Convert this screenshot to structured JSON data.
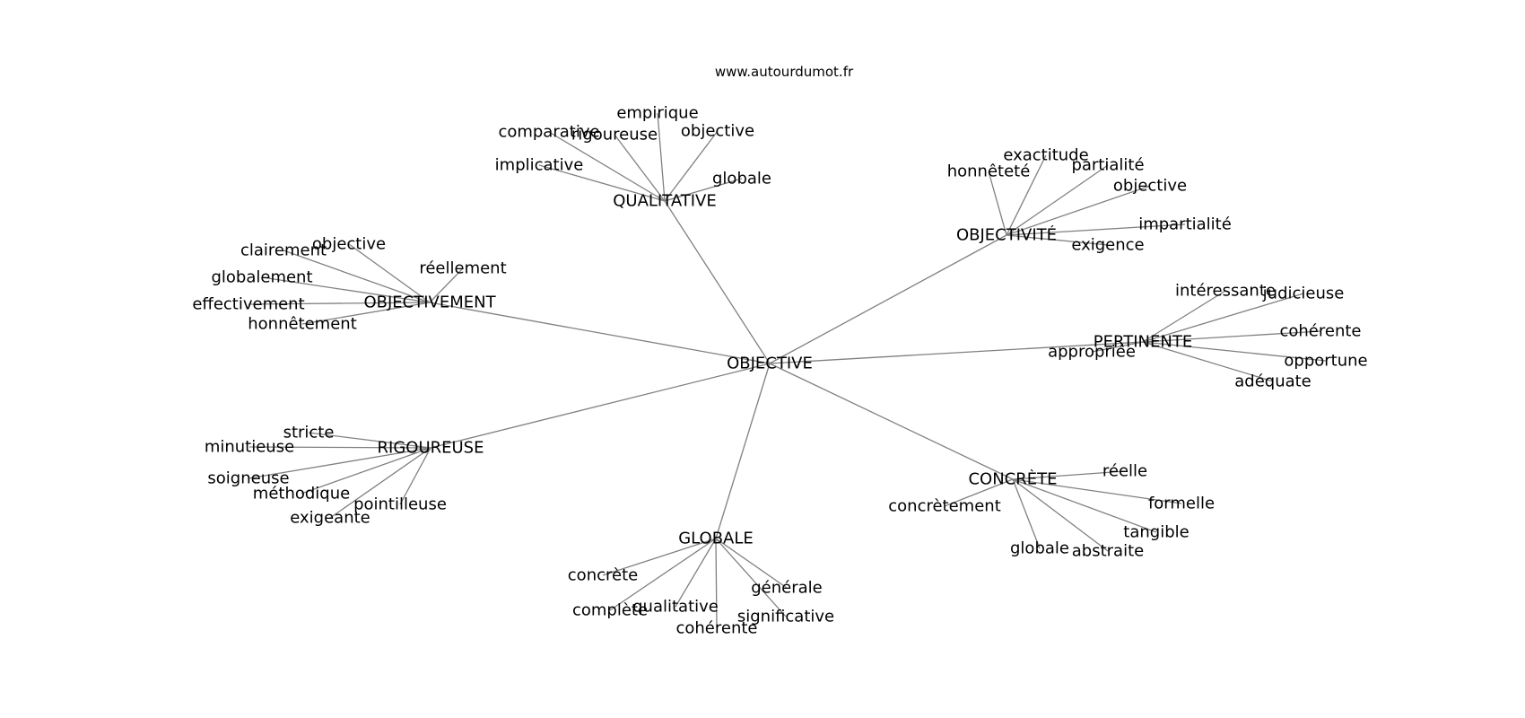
{
  "site": "www.autourdumot.fr",
  "center": "OBJECTIVE",
  "clusters": [
    {
      "label": "QUALITATIVE",
      "leaves": [
        "empirique",
        "comparative",
        "rigoureuse",
        "objective",
        "implicative",
        "globale"
      ]
    },
    {
      "label": "OBJECTIVITÉ",
      "leaves": [
        "exactitude",
        "honnêteté",
        "partialité",
        "objective",
        "impartialité",
        "exigence"
      ]
    },
    {
      "label": "OBJECTIVEMENT",
      "leaves": [
        "clairement",
        "objective",
        "réellement",
        "globalement",
        "effectivement",
        "honnêtement"
      ]
    },
    {
      "label": "PERTINENTE",
      "leaves": [
        "intéressante",
        "judicieuse",
        "cohérente",
        "appropriée",
        "opportune",
        "adéquate"
      ]
    },
    {
      "label": "RIGOUREUSE",
      "leaves": [
        "stricte",
        "minutieuse",
        "soigneuse",
        "méthodique",
        "pointilleuse",
        "exigeante"
      ]
    },
    {
      "label": "CONCRÈTE",
      "leaves": [
        "réelle",
        "concrètement",
        "formelle",
        "tangible",
        "globale",
        "abstraite"
      ]
    },
    {
      "label": "GLOBALE",
      "leaves": [
        "concrète",
        "générale",
        "complète",
        "qualitative",
        "significative",
        "cohérente"
      ]
    }
  ]
}
